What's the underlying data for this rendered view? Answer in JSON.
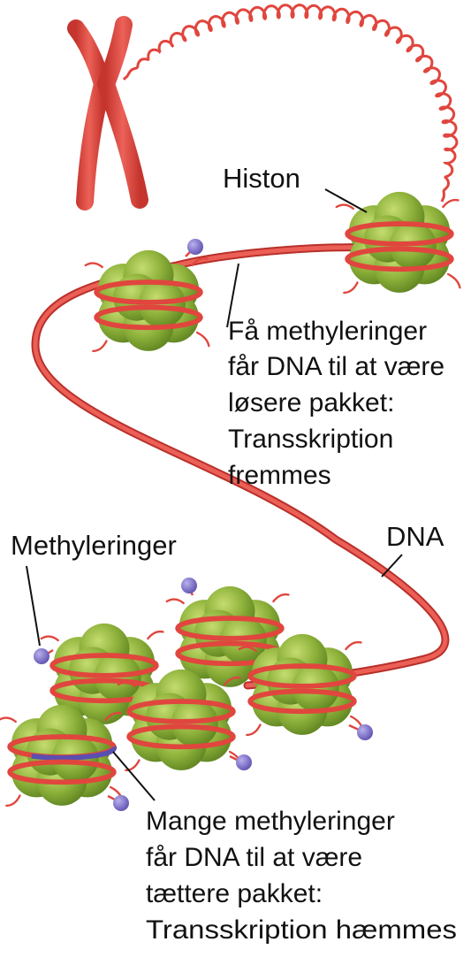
{
  "labels": {
    "histone": "Histon",
    "dna": "DNA",
    "methylations": "Methyleringer",
    "few_methylations": [
      "Få methyleringer",
      "får DNA til at være",
      "løsere pakket:",
      "Transskription",
      "fremmes"
    ],
    "many_methylations": [
      "Mange methyleringer",
      "får DNA til at være",
      "tættere pakket:",
      "Transskription hæmmes"
    ]
  },
  "colors": {
    "dna": "#e0463e",
    "dna_dark": "#b8302a",
    "histone": "#8db13a",
    "histone_light": "#b4cf5e",
    "histone_dark": "#5f8421",
    "methyl_group": "#7b6fc4",
    "methylated_band": "#5a4fb0",
    "leader_line": "#111111"
  },
  "icons": {
    "chromosome": "chromosome-icon",
    "histone": "histone-octamer-icon",
    "methyl_group": "methyl-group-icon"
  }
}
